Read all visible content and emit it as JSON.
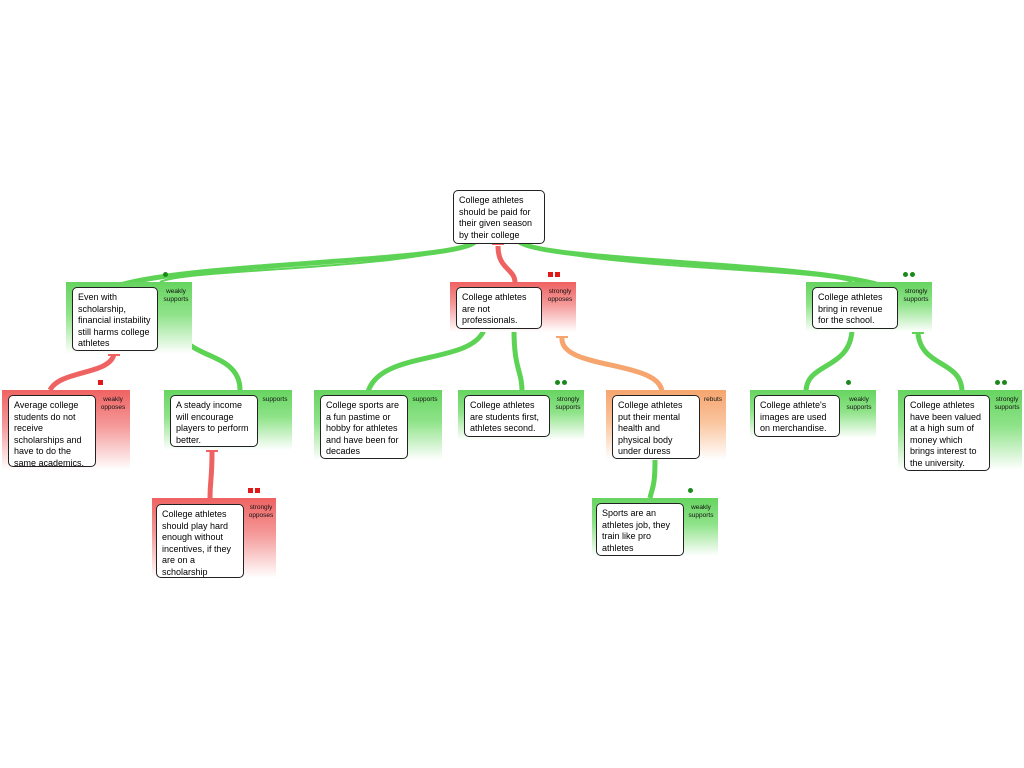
{
  "root": {
    "text": "College athletes should be paid for their given season by their college"
  },
  "colors": {
    "supports": "#5cd354",
    "opposes": "#ef6262",
    "rebuts": "#f6a56e"
  },
  "nodes": {
    "n1": {
      "text": "Even with scholarship, financial instability still harms college athletes",
      "relation": "weakly supports",
      "strength_icon": "dot",
      "strength_count": 1
    },
    "n2": {
      "text": "College athletes are not professionals.",
      "relation": "strongly opposes",
      "strength_icon": "square",
      "strength_count": 2
    },
    "n3": {
      "text": "College athletes bring in revenue for the school.",
      "relation": "strongly supports",
      "strength_icon": "dot",
      "strength_count": 2
    },
    "n4": {
      "text": "Average college students do not receive scholarships and have to do the same academics.",
      "relation": "weakly opposes",
      "strength_icon": "square",
      "strength_count": 1
    },
    "n5": {
      "text": "A steady income will encourage players to perform better.",
      "relation": "supports",
      "strength_icon": "none",
      "strength_count": 0
    },
    "n6": {
      "text": "College sports are a fun pastime or hobby for athletes and have been for decades",
      "relation": "supports",
      "strength_icon": "none",
      "strength_count": 0
    },
    "n7": {
      "text": "College athletes are students first, athletes second.",
      "relation": "strongly supports",
      "strength_icon": "dot",
      "strength_count": 2
    },
    "n8": {
      "text": "College athletes put their mental health and physical body under duress",
      "relation": "rebuts",
      "strength_icon": "none",
      "strength_count": 0
    },
    "n9": {
      "text": "College athlete's images are used on merchandise.",
      "relation": "weakly supports",
      "strength_icon": "dot",
      "strength_count": 1
    },
    "n10": {
      "text": "College athletes have been valued at a high sum of money which brings interest to the university.",
      "relation": "strongly supports",
      "strength_icon": "dot",
      "strength_count": 2
    },
    "n11": {
      "text": "College athletes should play hard enough without incentives, if they are on a scholarship",
      "relation": "strongly opposes",
      "strength_icon": "square",
      "strength_count": 2
    },
    "n12": {
      "text": "Sports are an athletes job, they train like pro athletes",
      "relation": "weakly supports",
      "strength_icon": "dot",
      "strength_count": 1
    }
  }
}
